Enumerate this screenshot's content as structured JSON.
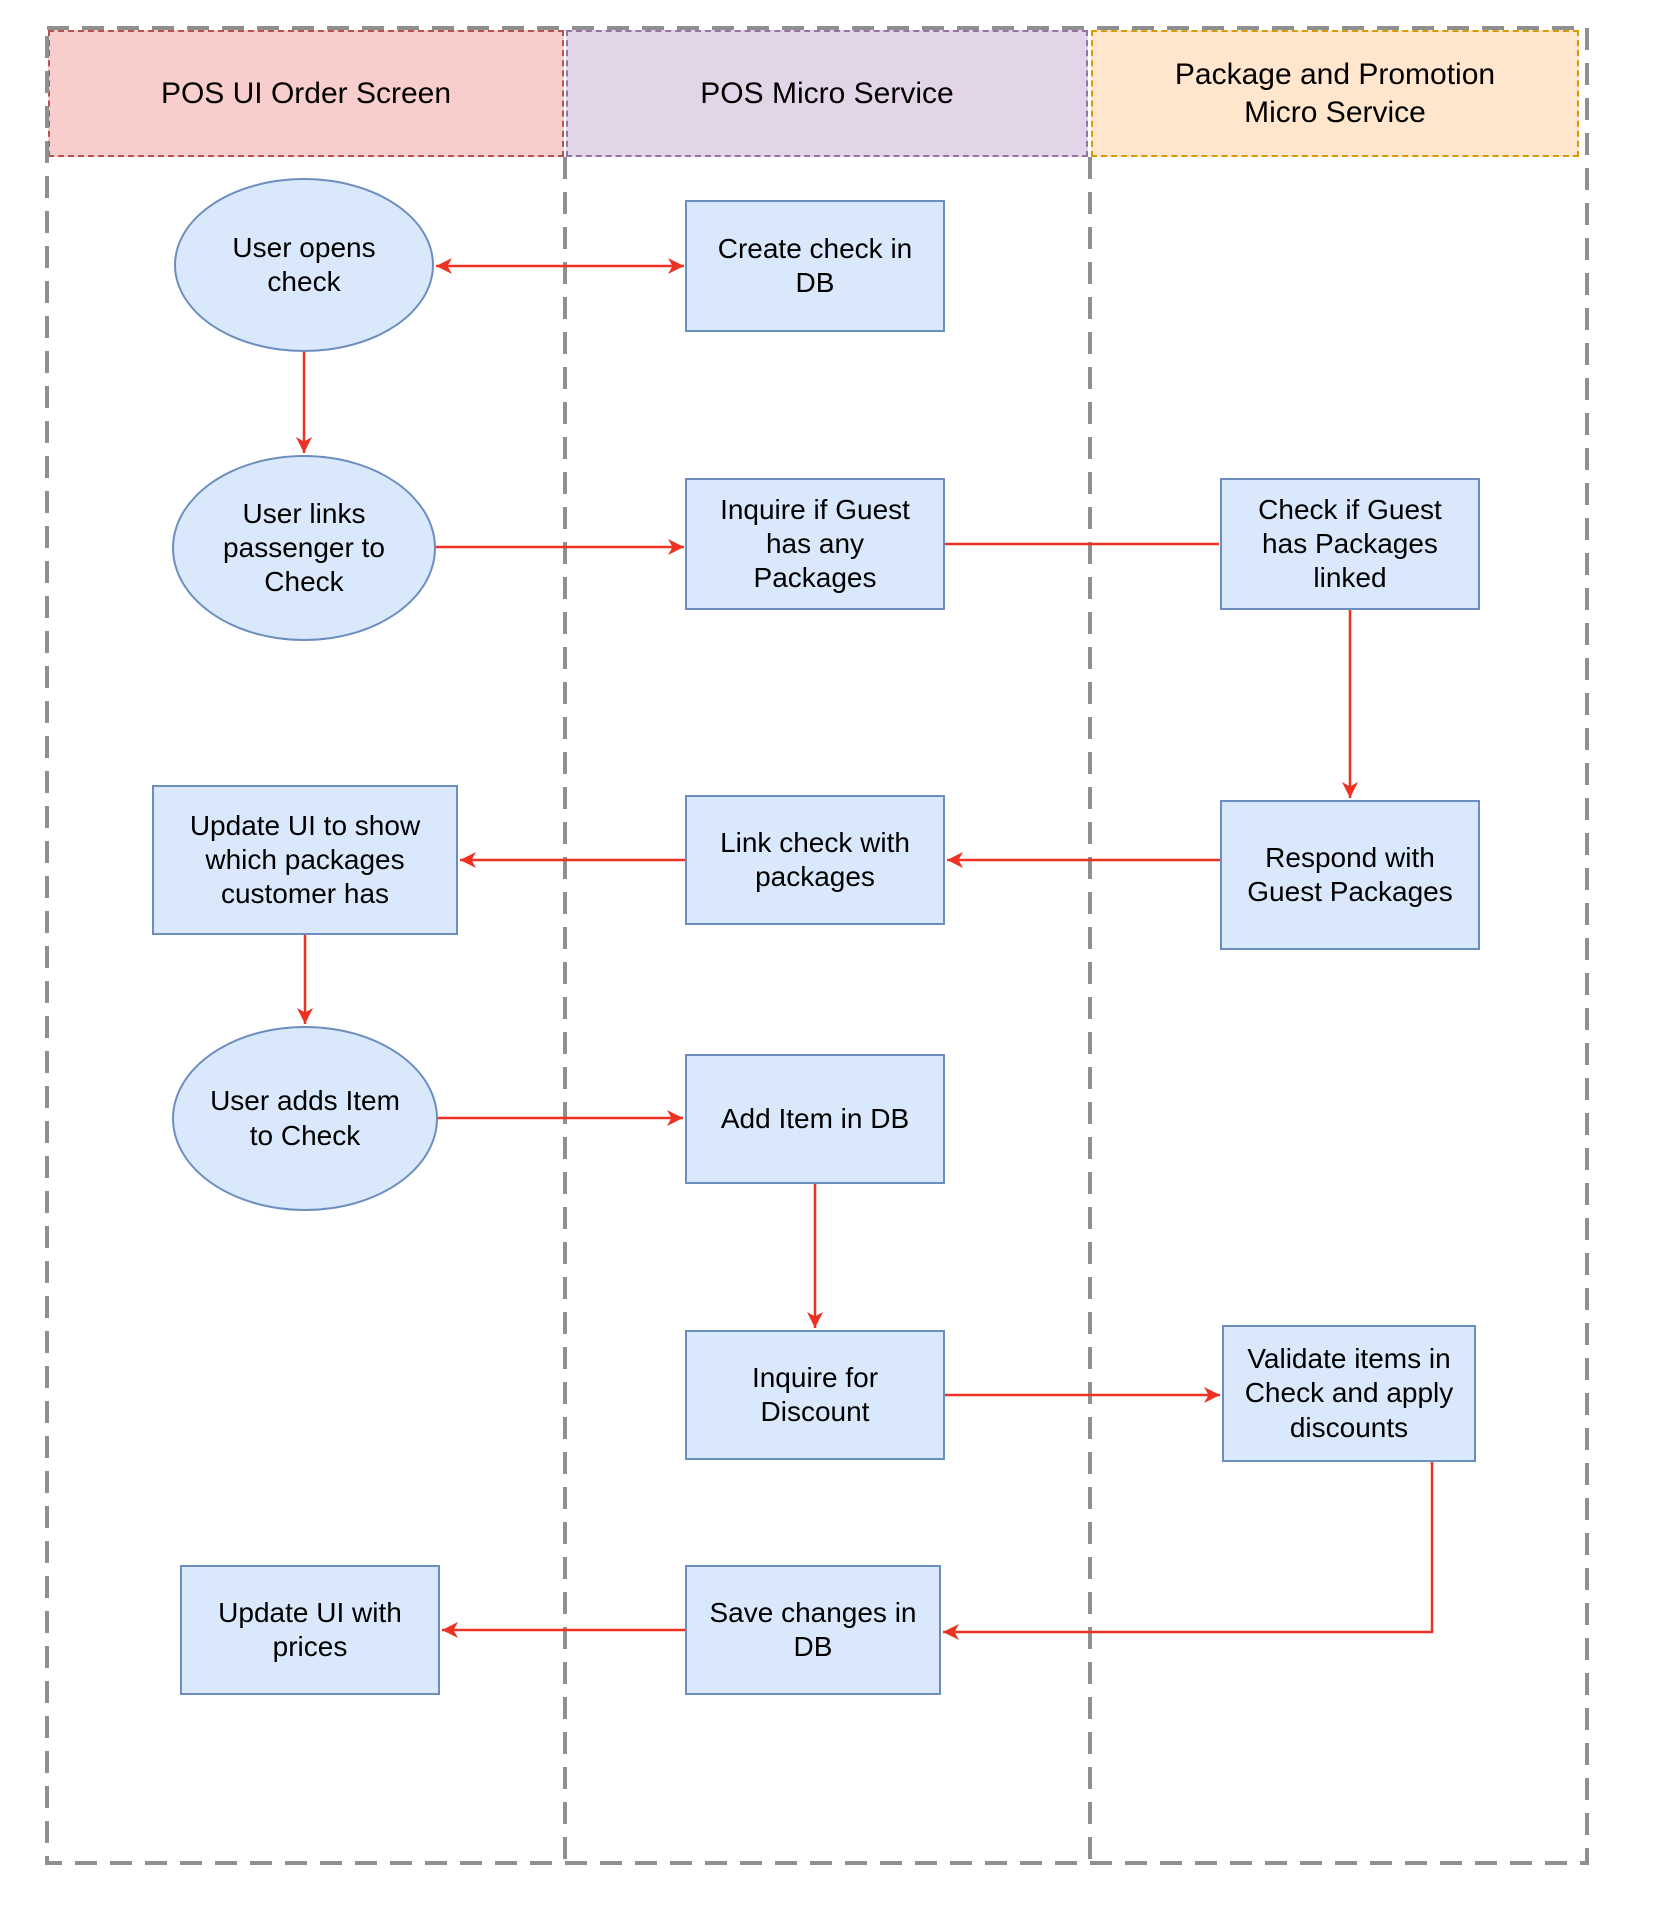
{
  "diagram": {
    "title": "POS check / package promotion flow (swimlane flowchart)",
    "lanes": [
      {
        "id": "pos_ui",
        "title": "POS UI Order Screen",
        "fill": "#F8CECC",
        "border": "#B85450"
      },
      {
        "id": "pos_ms",
        "title": "POS Micro Service",
        "fill": "#E1D5E7",
        "border": "#9673A6"
      },
      {
        "id": "pkg_ms",
        "title": "Package and Promotion\nMicro Service",
        "fill": "#FFE6CC",
        "border": "#D79B00"
      }
    ],
    "nodes": {
      "user_opens_check": {
        "label": "User opens\ncheck",
        "shape": "ellipse",
        "lane": "pos_ui"
      },
      "user_links_passenger": {
        "label": "User links\npassenger to\nCheck",
        "shape": "ellipse",
        "lane": "pos_ui"
      },
      "update_ui_packages": {
        "label": "Update UI to show\nwhich packages\ncustomer has",
        "shape": "rect",
        "lane": "pos_ui"
      },
      "user_adds_item": {
        "label": "User adds Item\nto Check",
        "shape": "ellipse",
        "lane": "pos_ui"
      },
      "update_ui_prices": {
        "label": "Update UI with\nprices",
        "shape": "rect",
        "lane": "pos_ui"
      },
      "create_check": {
        "label": "Create check in\nDB",
        "shape": "rect",
        "lane": "pos_ms"
      },
      "inquire_packages": {
        "label": "Inquire if Guest\nhas any\nPackages",
        "shape": "rect",
        "lane": "pos_ms"
      },
      "link_check": {
        "label": "Link check with\npackages",
        "shape": "rect",
        "lane": "pos_ms"
      },
      "add_item": {
        "label": "Add Item in DB",
        "shape": "rect",
        "lane": "pos_ms"
      },
      "inquire_discount": {
        "label": "Inquire for\nDiscount",
        "shape": "rect",
        "lane": "pos_ms"
      },
      "save_changes": {
        "label": "Save changes in\nDB",
        "shape": "rect",
        "lane": "pos_ms"
      },
      "check_guest_packages": {
        "label": "Check if Guest\nhas Packages\nlinked",
        "shape": "rect",
        "lane": "pkg_ms"
      },
      "respond_packages": {
        "label": "Respond with\nGuest Packages",
        "shape": "rect",
        "lane": "pkg_ms"
      },
      "validate_items": {
        "label": "Validate items in\nCheck and apply\ndiscounts",
        "shape": "rect",
        "lane": "pkg_ms"
      }
    },
    "edges": [
      {
        "from": "user_opens_check",
        "to": "create_check",
        "type": "bidirectional-arrow"
      },
      {
        "from": "user_opens_check",
        "to": "user_links_passenger",
        "type": "arrow"
      },
      {
        "from": "user_links_passenger",
        "to": "inquire_packages",
        "type": "arrow"
      },
      {
        "from": "inquire_packages",
        "to": "check_guest_packages",
        "type": "line-no-arrowhead"
      },
      {
        "from": "check_guest_packages",
        "to": "respond_packages",
        "type": "arrow"
      },
      {
        "from": "respond_packages",
        "to": "link_check",
        "type": "arrow"
      },
      {
        "from": "link_check",
        "to": "update_ui_packages",
        "type": "arrow"
      },
      {
        "from": "update_ui_packages",
        "to": "user_adds_item",
        "type": "arrow"
      },
      {
        "from": "user_adds_item",
        "to": "add_item",
        "type": "arrow"
      },
      {
        "from": "add_item",
        "to": "inquire_discount",
        "type": "arrow"
      },
      {
        "from": "inquire_discount",
        "to": "validate_items",
        "type": "arrow"
      },
      {
        "from": "validate_items",
        "to": "save_changes",
        "type": "elbow-arrow"
      },
      {
        "from": "save_changes",
        "to": "update_ui_prices",
        "type": "arrow"
      }
    ],
    "colors": {
      "node_fill": "#DAE8FC",
      "node_border": "#6C8EBF",
      "arrow": "#ED3224",
      "frame_and_dividers": "#8F8F8F",
      "background": "#FFFFFF"
    }
  }
}
